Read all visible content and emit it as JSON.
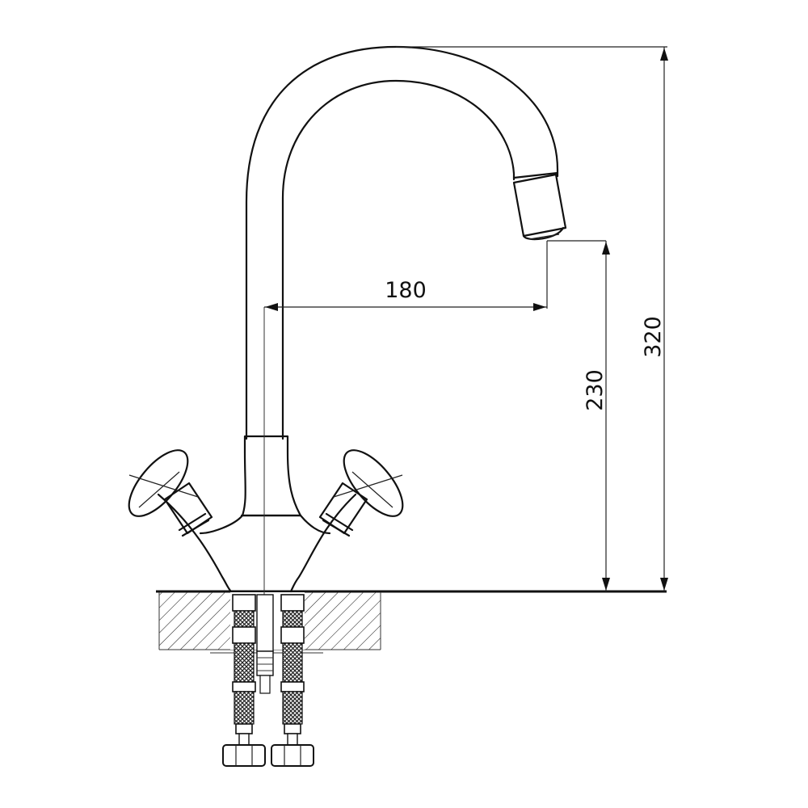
{
  "dimensions": {
    "reach": {
      "value": "180"
    },
    "spout_height": {
      "value": "230"
    },
    "total_height": {
      "value": "320"
    }
  }
}
